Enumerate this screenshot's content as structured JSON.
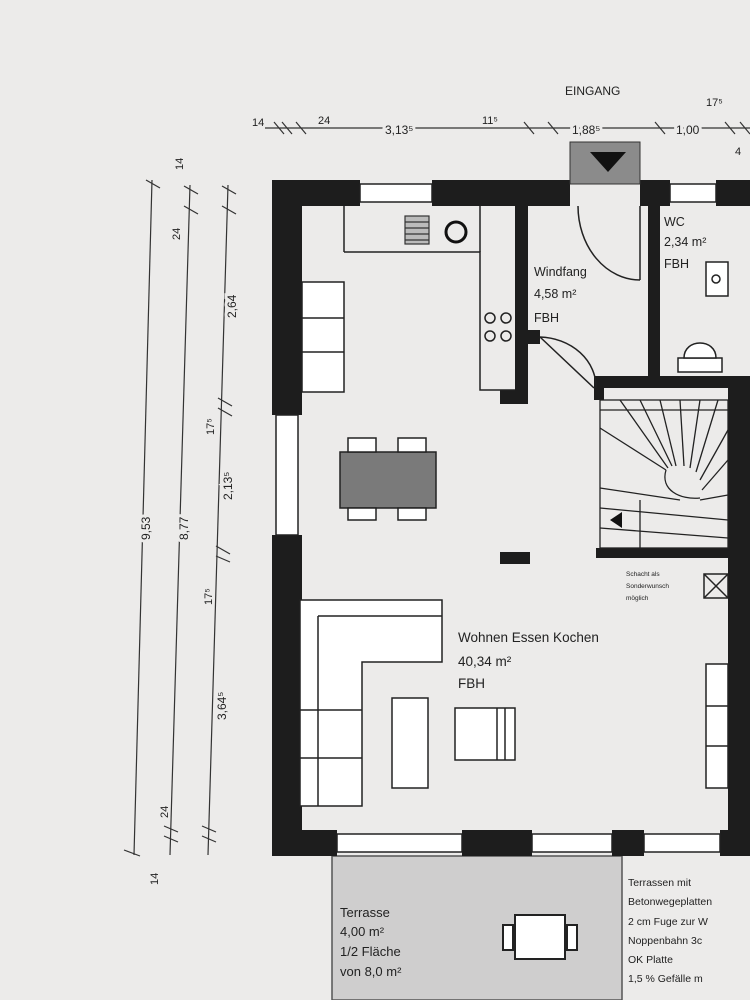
{
  "entrance": "EINGANG",
  "dims_top": [
    "14",
    "24",
    "3,13⁵",
    "11⁵",
    "1,88⁵",
    "17⁵",
    "1,00",
    "4"
  ],
  "dims_left": [
    "14",
    "24",
    "9,53",
    "8,77",
    "2,64",
    "17⁵",
    "2,13⁵",
    "17⁵",
    "3,64⁵",
    "24",
    "14"
  ],
  "rooms": {
    "windfang": {
      "name": "Windfang",
      "area": "4,58 m²",
      "heating": "FBH"
    },
    "wc": {
      "name": "WC",
      "area": "2,34 m²",
      "heating": "FBH"
    },
    "living": {
      "name": "Wohnen Essen Kochen",
      "area": "40,34 m²",
      "heating": "FBH"
    }
  },
  "terrace": {
    "line1": "Terrasse",
    "line2": "4,00 m²",
    "line3": "1/2 Fläche",
    "line4": "von 8,0 m²"
  },
  "terrace_note": [
    "Terrassen mit",
    "Betonwegeplatten",
    "2 cm Fuge zur W",
    "Noppenbahn 3c",
    "OK Platte",
    "1,5 % Gefälle m"
  ],
  "stair_note": [
    "Schacht als",
    "Sonderwunsch",
    "möglich"
  ]
}
